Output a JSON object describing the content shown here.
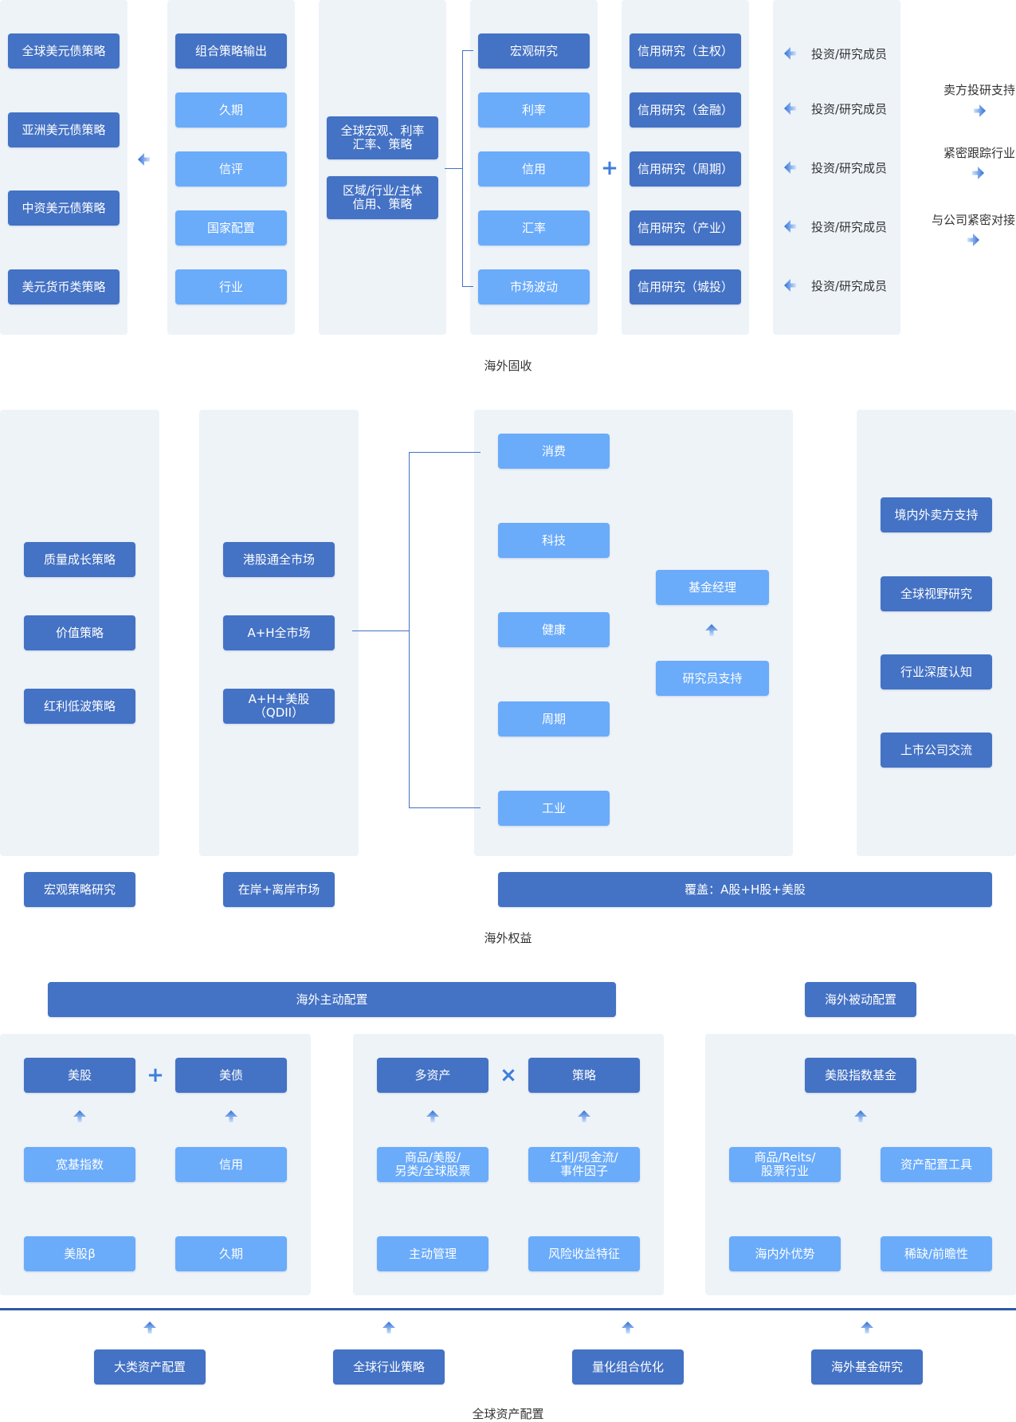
{
  "fixed_income": {
    "caption": "海外固收",
    "strategies": [
      "全球美元债策略",
      "亚洲美元债策略",
      "中资美元债策略",
      "美元货币类策略"
    ],
    "outputs": [
      "组合策略输出",
      "久期",
      "信评",
      "国家配置",
      "行业"
    ],
    "macro_boxes": [
      "全球宏观、利率\n汇率、策略",
      "区域/行业/主体\n信用、策略"
    ],
    "research": [
      "宏观研究",
      "利率",
      "信用",
      "汇率",
      "市场波动"
    ],
    "credit": [
      "信用研究（主权）",
      "信用研究（金融）",
      "信用研究（周期）",
      "信用研究（产业）",
      "信用研究（城投）"
    ],
    "members": [
      "投资/研究成员",
      "投资/研究成员",
      "投资/研究成员",
      "投资/研究成员",
      "投资/研究成员"
    ],
    "notes": [
      "卖方投研支持",
      "紧密跟踪行业",
      "与公司紧密对接"
    ],
    "plus": "+"
  },
  "equity": {
    "caption": "海外权益",
    "strategies": [
      "质量成长策略",
      "价值策略",
      "红利低波策略"
    ],
    "markets": [
      "港股通全市场",
      "A+H全市场",
      "A+H+美股\n（QDII）"
    ],
    "sectors": [
      "消费",
      "科技",
      "健康",
      "周期",
      "工业"
    ],
    "fund_manager": "基金经理",
    "researcher": "研究员支持",
    "support": [
      "境内外卖方支持",
      "全球视野研究",
      "行业深度认知",
      "上市公司交流"
    ],
    "bottom_macro": "宏观策略研究",
    "bottom_market": "在岸+离岸市场",
    "bottom_coverage": "覆盖：A股+H股+美股"
  },
  "asset_allocation": {
    "caption": "全球资产配置",
    "active_header": "海外主动配置",
    "passive_header": "海外被动配置",
    "group1": {
      "top": [
        "美股",
        "美债"
      ],
      "op": "+",
      "mid": [
        "宽基指数",
        "信用"
      ],
      "bottom": [
        "美股β",
        "久期"
      ]
    },
    "group2": {
      "top": [
        "多资产",
        "策略"
      ],
      "op": "×",
      "mid": [
        "商品/美股/\n另类/全球股票",
        "红利/现金流/\n事件因子"
      ],
      "bottom": [
        "主动管理",
        "风险收益特征"
      ]
    },
    "group3": {
      "top": "美股指数基金",
      "mid": [
        "商品/Reits/\n股票行业",
        "资产配置工具"
      ],
      "bottom": [
        "海内外优势",
        "稀缺/前瞻性"
      ]
    },
    "foundation": [
      "大类资产配置",
      "全球行业策略",
      "量化组合优化",
      "海外基金研究"
    ]
  },
  "colors": {
    "dark_box": "#4472c4",
    "light_box": "#6aabfa",
    "panel": "#eef3f8",
    "arrow": "#3e7ddb"
  }
}
